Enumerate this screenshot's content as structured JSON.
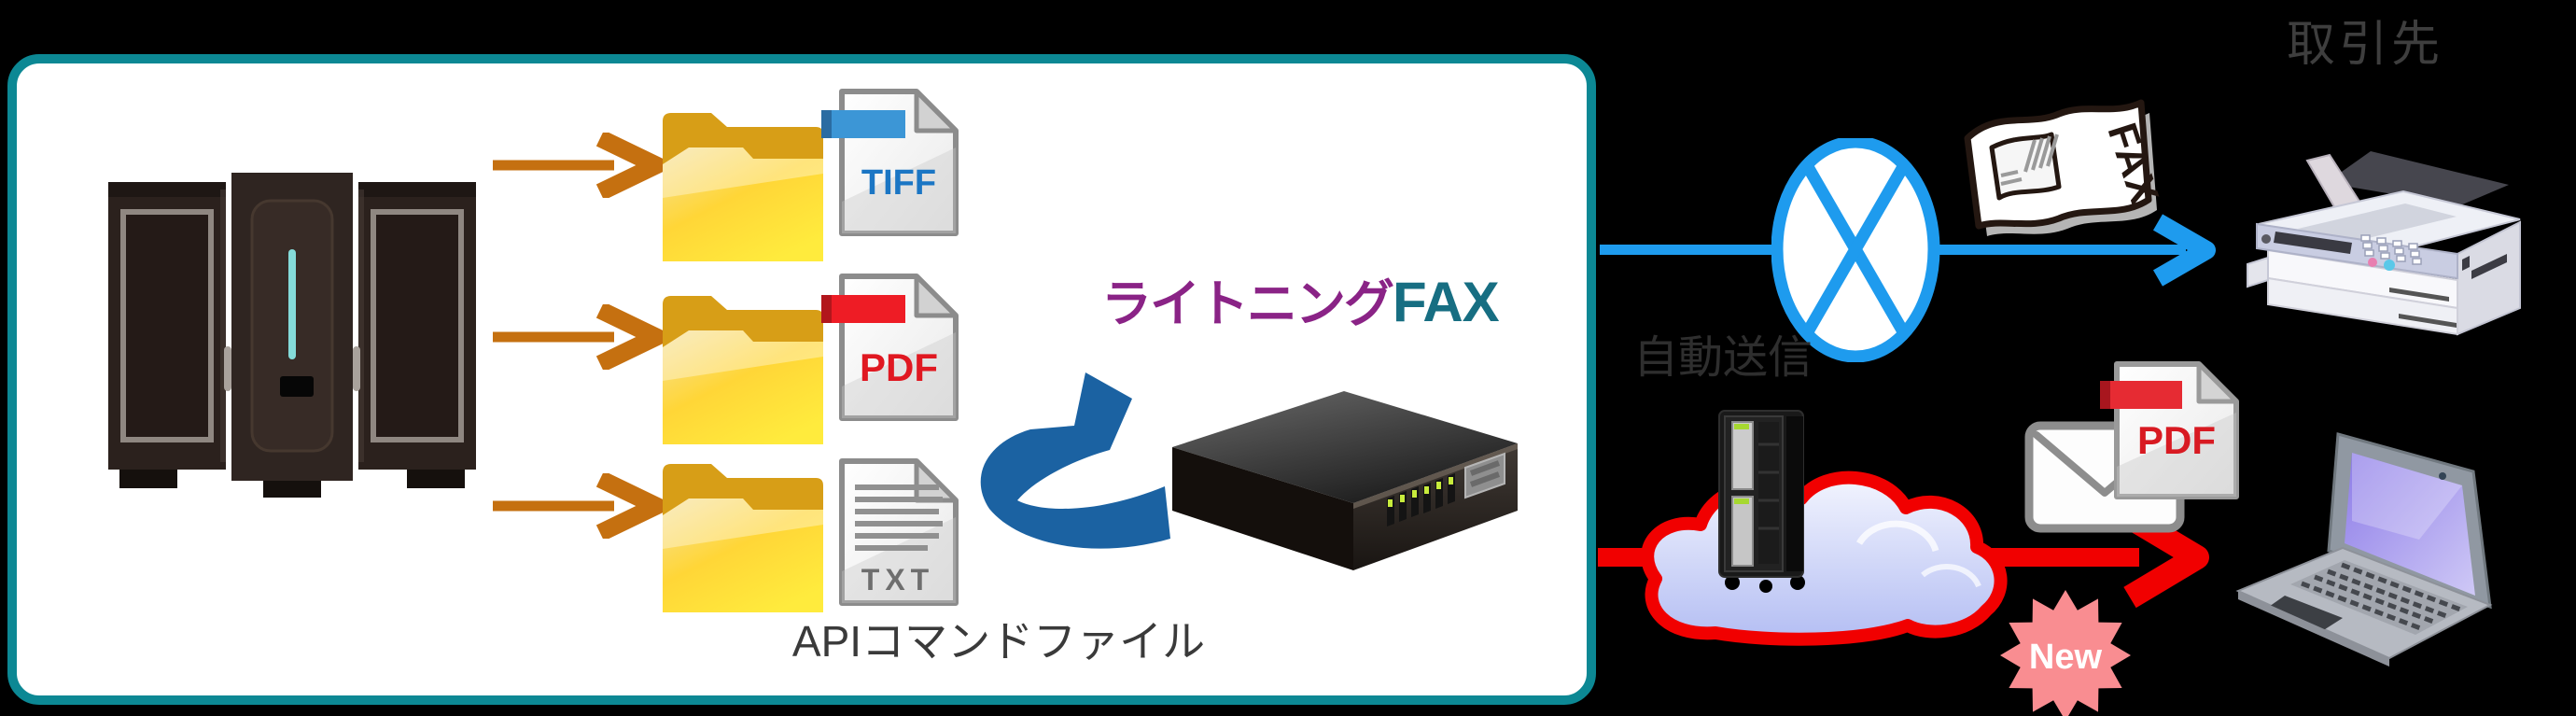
{
  "diagram": {
    "host_panel": {
      "product_title": {
        "lightning": "ライトニング",
        "fax": "FAX"
      },
      "files": {
        "tiff": "TIFF",
        "pdf": "PDF",
        "txt": "TXT"
      },
      "api_label": "APIコマンドファイル"
    },
    "fax_route": {
      "auto_send_label": "自動送信",
      "fax_document_label": "FAX",
      "partner_label": "取引先"
    },
    "email_route": {
      "pdf_label": "PDF",
      "new_badge_label": "New"
    },
    "colors": {
      "panel_border_teal": "#0c8894",
      "arrow_orange": "#c57010",
      "title_purple": "#8a2386",
      "title_teal": "#176e82",
      "phone_line_blue": "#1e9bee",
      "internet_line_red": "#f10000",
      "swoosh_blue": "#1b62a2",
      "label_gray": "#3e3e3e",
      "new_badge_pink": "#f98d91",
      "folder_yellow": "#ffd637"
    }
  }
}
